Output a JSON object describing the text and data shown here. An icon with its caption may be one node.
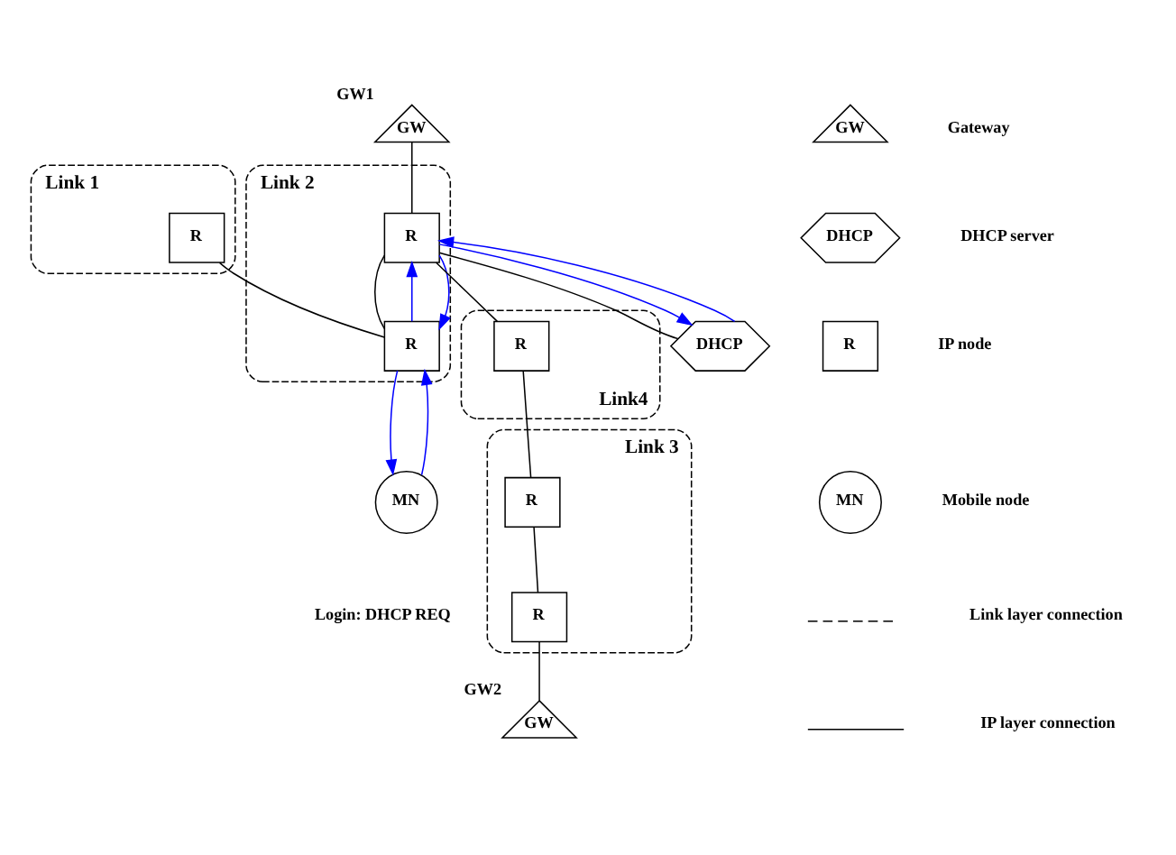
{
  "diagram": {
    "nodes": [
      {
        "text": [
          "Link 1"
        ]
      },
      {
        "text": [
          "R"
        ],
        "in": 0
      },
      {
        "text": [
          "Link 2"
        ]
      },
      {
        "text": [
          "R"
        ],
        "in": 2
      },
      {
        "text": [
          "R"
        ],
        "in": 2
      },
      {
        "text": [
          "MN"
        ]
      },
      {
        "text": [
          "GW"
        ],
        "beside": [
          "GW1"
        ]
      },
      {
        "text": [
          "DHCP"
        ]
      },
      {
        "text": [
          "Link 3"
        ]
      },
      {
        "text": [
          "R"
        ],
        "in": 8
      },
      {
        "text": [
          "R"
        ],
        "in": 8
      },
      {
        "text": [
          "Link4"
        ]
      },
      {
        "text": [
          "R"
        ],
        "in": 11
      },
      {
        "text": [
          "GW"
        ],
        "beside": [
          "GW2"
        ]
      },
      {
        "text": [
          "GW"
        ]
      },
      {
        "text": [
          "DHCP"
        ]
      },
      {
        "text": [
          "R"
        ]
      },
      {
        "text": [
          "MN"
        ]
      }
    ],
    "edges": [
      {
        "from": 6,
        "to": 3,
        "arrow": "none"
      },
      {
        "from": 1,
        "to": 4,
        "arrow": "none"
      },
      {
        "from": 3,
        "to": 4,
        "arrow": "none"
      },
      {
        "from": 3,
        "to": 7,
        "arrow": "none"
      },
      {
        "from": 3,
        "to": 12,
        "arrow": "none"
      },
      {
        "from": 12,
        "to": 10,
        "arrow": "none"
      },
      {
        "from": 10,
        "to": 9,
        "arrow": "none"
      },
      {
        "from": 9,
        "to": 13,
        "arrow": "none"
      },
      {
        "from": 3,
        "to": 7,
        "arrow": "to",
        "color": "#0000ff"
      },
      {
        "from": 7,
        "to": 3,
        "arrow": "to",
        "color": "#0000ff"
      },
      {
        "from": 4,
        "to": 3,
        "arrow": "to",
        "color": "#0000ff"
      },
      {
        "from": 3,
        "to": 4,
        "arrow": "to",
        "color": "#0000ff"
      },
      {
        "from": 5,
        "to": 4,
        "arrow": "to",
        "color": "#0000ff"
      },
      {
        "from": 4,
        "to": 5,
        "arrow": "to",
        "color": "#0000ff"
      }
    ],
    "labels": [
      "Login: DHCP REQ"
    ],
    "legend": [
      {
        "text": "Gateway"
      },
      {
        "text": "DHCP server"
      },
      {
        "text": "IP node"
      },
      {
        "text": "Mobile node"
      },
      {
        "text": "Link layer connection"
      },
      {
        "text": "IP layer connection"
      }
    ]
  }
}
